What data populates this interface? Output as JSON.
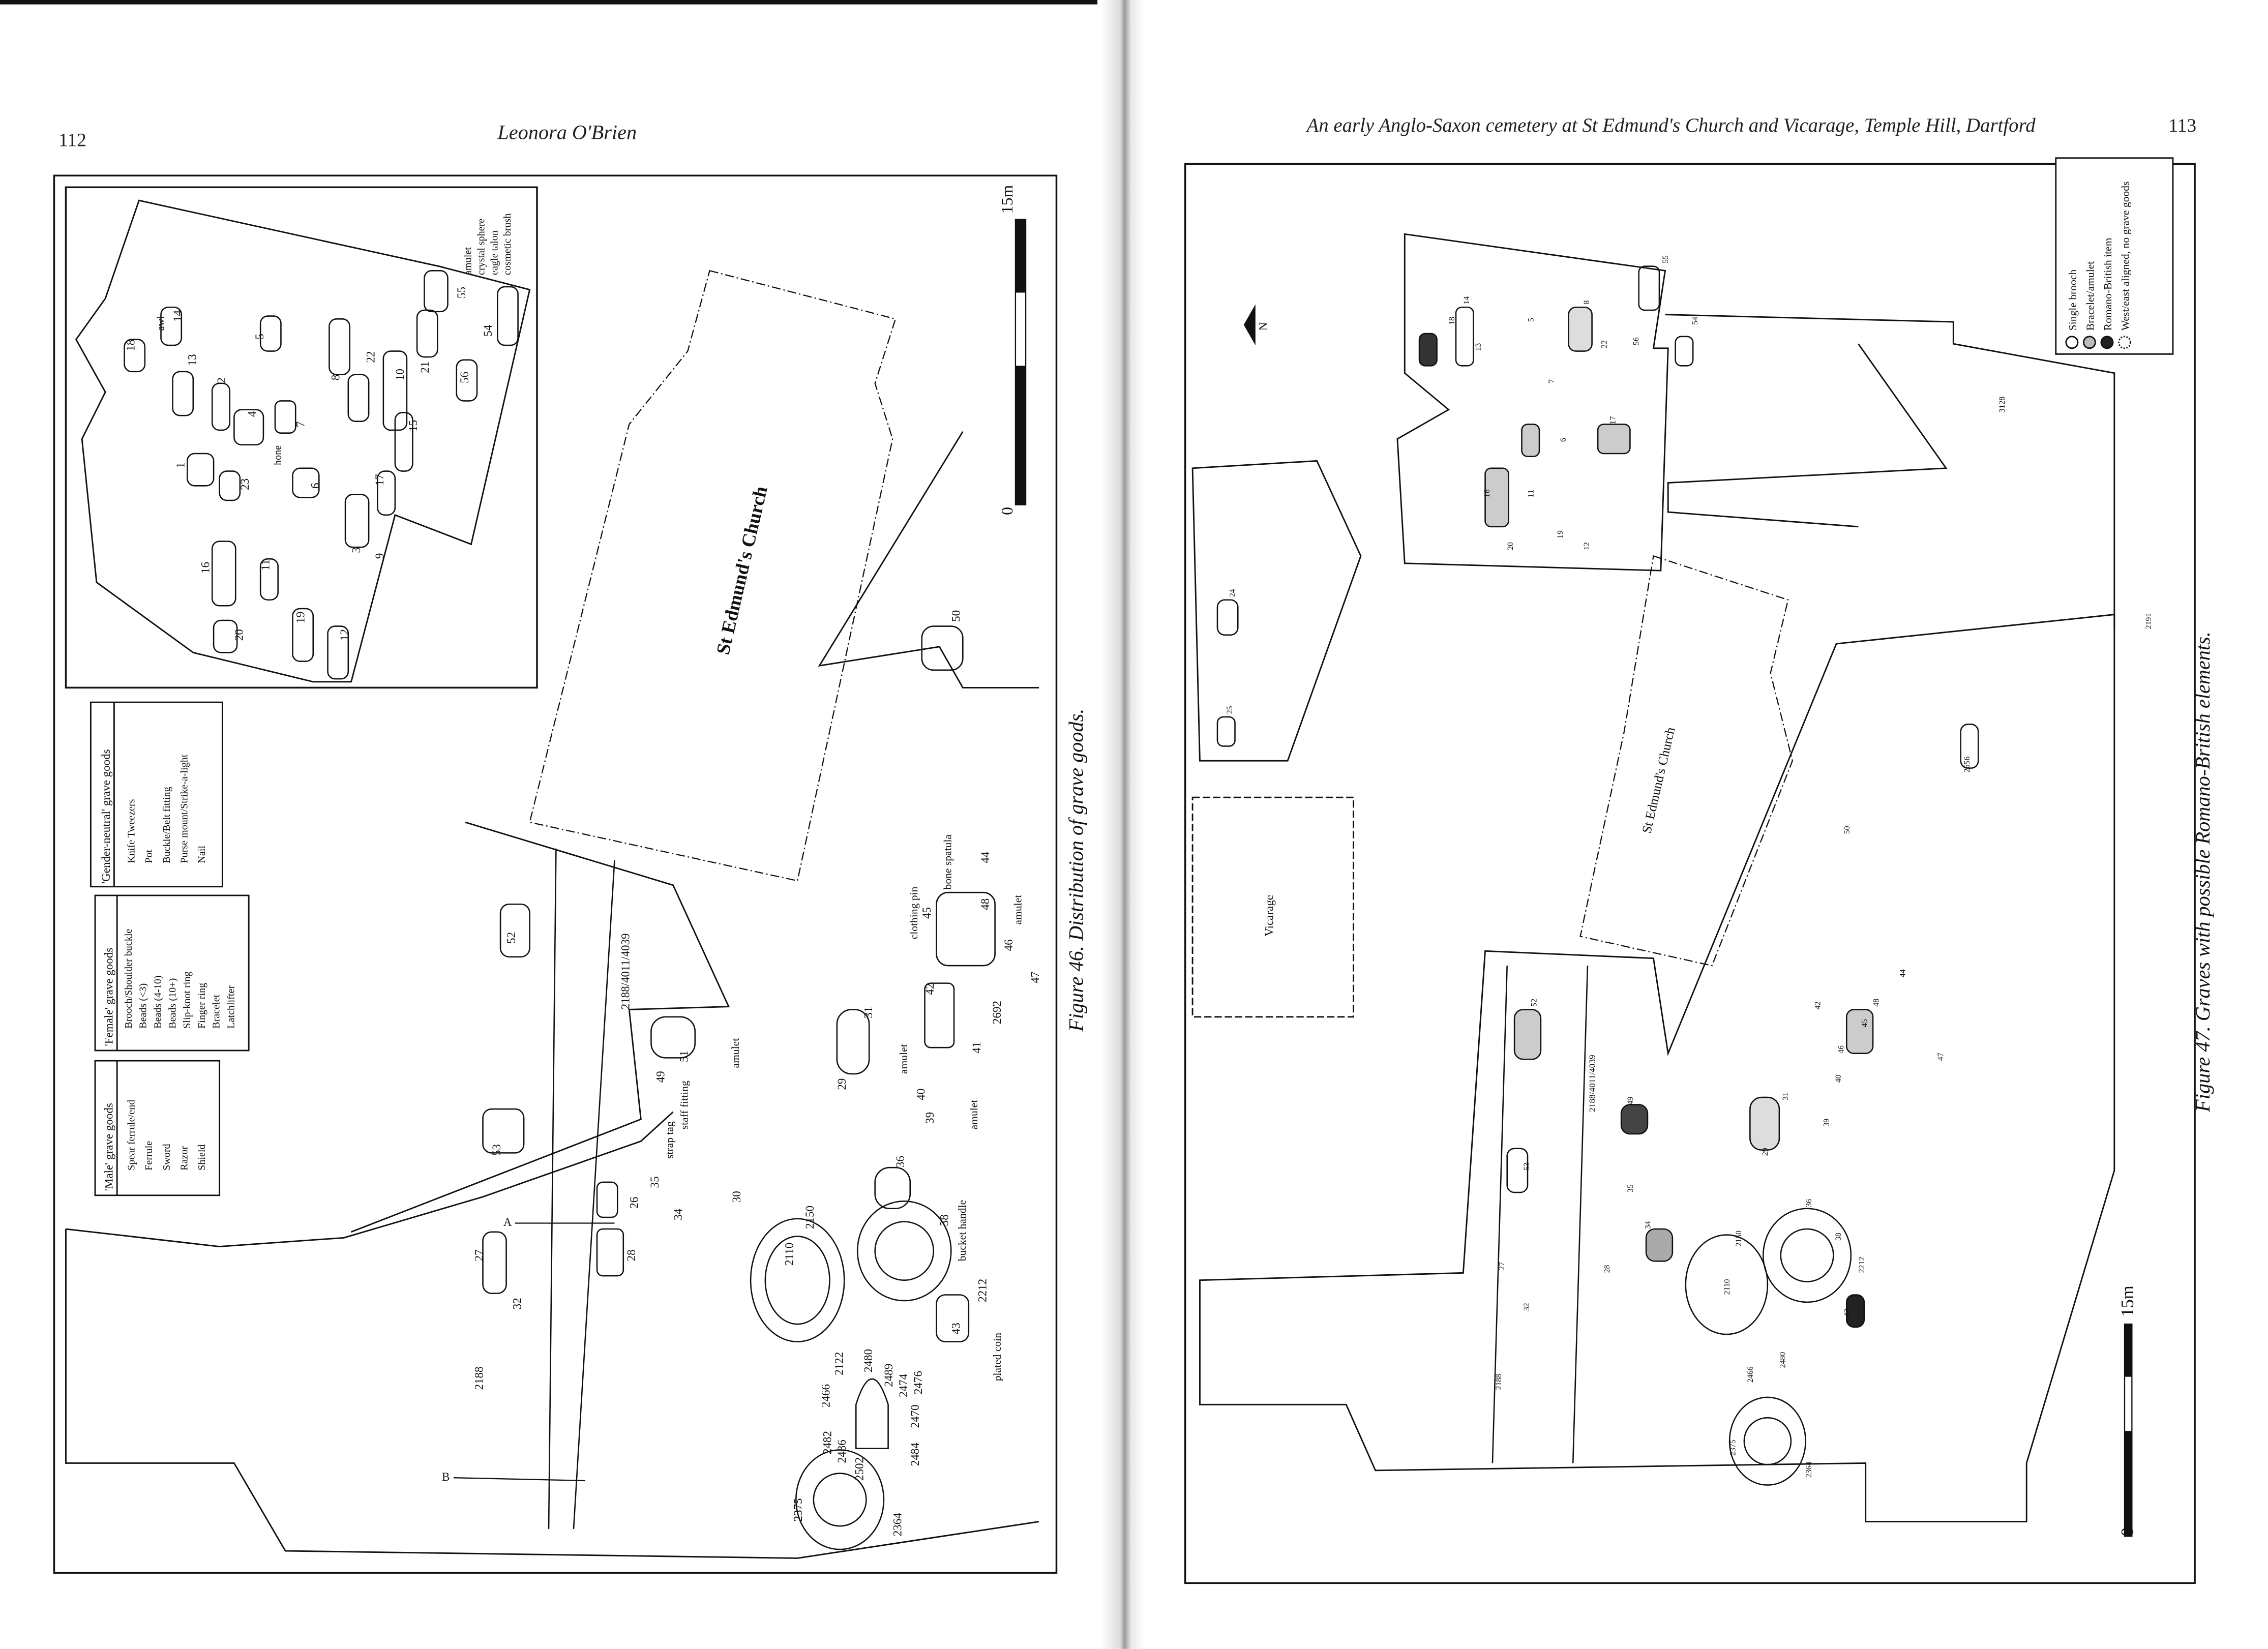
{
  "left_page": {
    "page_number": "112",
    "running_head": "Leonora O'Brien",
    "caption": "Figure 46. Distribution of grave goods.",
    "map": {
      "church_label": "St Edmund's Church",
      "scale_label": "15m",
      "scale_zero": "0",
      "feature_label": "2188/4011/4039",
      "feature_2188": "2188",
      "section_a": "A",
      "section_b": "B",
      "inset_graves": [
        "18",
        "14",
        "13",
        "2",
        "4",
        "1",
        "23",
        "5",
        "8",
        "22",
        "7",
        "10",
        "15",
        "21",
        "55",
        "54",
        "56",
        "6",
        "17",
        "3",
        "9",
        "16",
        "11",
        "19",
        "20",
        "12"
      ],
      "inset_notes": [
        "awl",
        "hone",
        "amulet",
        "crystal sphere",
        "cosmetic brush",
        "eagle talon"
      ],
      "graves": [
        "52",
        "53",
        "27",
        "32",
        "28",
        "26",
        "35",
        "34",
        "30",
        "49",
        "51",
        "31",
        "29",
        "42",
        "41",
        "40",
        "39",
        "45",
        "46",
        "48",
        "44",
        "47",
        "2692",
        "36",
        "38",
        "2150",
        "2110",
        "2212",
        "43",
        "2375",
        "2364",
        "2122",
        "2466",
        "2480",
        "2489",
        "2474",
        "2476",
        "2482",
        "2484",
        "2470",
        "2502",
        "2486",
        "50"
      ],
      "notes": [
        "amulet",
        "staff fitting",
        "strap tag",
        "clothing pin",
        "bone spatula",
        "amulet",
        "amulet",
        "amulet",
        "bucket handle",
        "plated coin"
      ]
    },
    "legends": [
      {
        "title": "'Male' grave goods",
        "items": [
          "Spear ferrule/end",
          "Ferrule",
          "Sword",
          "Razor",
          "Shield"
        ]
      },
      {
        "title": "'Female' grave goods",
        "items": [
          "Brooch/Shoulder buckle",
          "Beads (<3)",
          "Beads (4-10)",
          "Beads (10+)",
          "Slip-knot ring",
          "Finger ring",
          "Bracelet",
          "Latchlifter"
        ]
      },
      {
        "title": "'Gender-neutral' grave goods",
        "items": [
          "Knife Tweezers",
          "Pot",
          "Buckle/Belt fitting",
          "Purse mount/Strike-a-light",
          "Nail"
        ]
      }
    ]
  },
  "right_page": {
    "page_number": "113",
    "running_head": "An early Anglo-Saxon cemetery at St Edmund's Church and Vicarage, Temple Hill, Dartford",
    "caption": "Figure 47. Graves with possible Romano-British elements.",
    "map": {
      "church_label": "St Edmund's Church",
      "vicarage_label": "Vicarage",
      "north_label": "N",
      "scale_label": "15m",
      "scale_zero": "0",
      "graves": [
        "18",
        "14",
        "13",
        "5",
        "8",
        "22",
        "7",
        "6",
        "17",
        "16",
        "11",
        "19",
        "20",
        "12",
        "55",
        "54",
        "56",
        "24",
        "25",
        "52",
        "53",
        "27",
        "32",
        "28",
        "35",
        "49",
        "34",
        "31",
        "29",
        "42",
        "39",
        "40",
        "46",
        "45",
        "48",
        "44",
        "47",
        "36",
        "38",
        "2150",
        "2110",
        "2212",
        "43",
        "2375",
        "2364",
        "2466",
        "2480",
        "50",
        "3128",
        "2191",
        "2656",
        "2188"
      ],
      "feature_label": "2188/4011/4039"
    },
    "legend": {
      "items": [
        "Single brooch",
        "Bracelet/amulet",
        "Romano-British item",
        "West/east aligned, no grave goods"
      ]
    }
  },
  "colors": {
    "ink": "#111111",
    "paper": "#ffffff",
    "gutter": "#999999"
  }
}
